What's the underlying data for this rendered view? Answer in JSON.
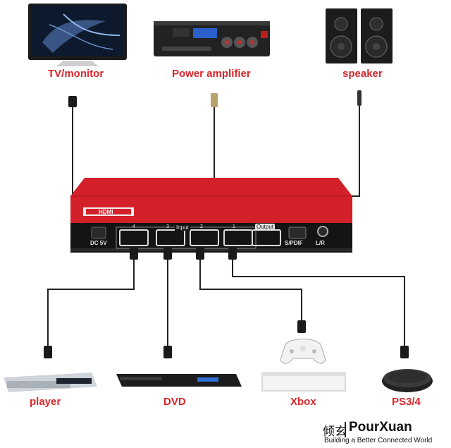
{
  "top_devices": [
    {
      "label": "TV/monitor",
      "icon": "tv-icon"
    },
    {
      "label": "Power amplifier",
      "icon": "amplifier-icon"
    },
    {
      "label": "speaker",
      "icon": "speaker-icon"
    }
  ],
  "bottom_devices": [
    {
      "label": "player",
      "icon": "bluray-player-icon"
    },
    {
      "label": "DVD",
      "icon": "dvd-player-icon"
    },
    {
      "label": "Xbox",
      "icon": "xbox-console-icon"
    },
    {
      "label": "PS3/4",
      "icon": "ps-console-icon"
    }
  ],
  "switch": {
    "logo_text": "HDMI",
    "dc_label": "DC 5V",
    "input_label": "Input",
    "output_label": "Output",
    "spdif_label": "S/PDIF",
    "lr_label": "L/R",
    "port_numbers": [
      "4",
      "3",
      "2",
      "1"
    ]
  },
  "brand": {
    "chinese": "倾玄",
    "name": "PourXuan",
    "tagline": "Building a Better Connected World"
  },
  "colors": {
    "label_red": "#d8262b",
    "switch_red": "#d42028",
    "cable": "#222222"
  }
}
